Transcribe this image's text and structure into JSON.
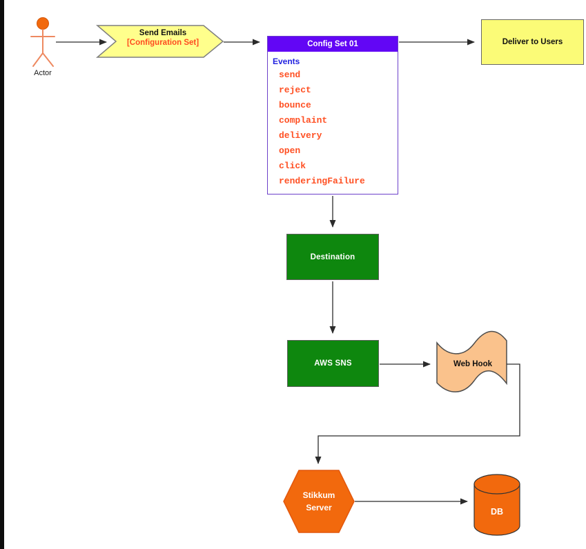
{
  "diagram": {
    "actor": {
      "label": "Actor"
    },
    "send_emails": {
      "title": "Send Emails",
      "subtitle": "[Configuration Set]"
    },
    "config_set": {
      "title": "Config Set 01",
      "section_label": "Events",
      "events": [
        "send",
        "reject",
        "bounce",
        "complaint",
        "delivery",
        "open",
        "click",
        "renderingFailure"
      ]
    },
    "deliver": {
      "label": "Deliver to Users"
    },
    "destination": {
      "label": "Destination"
    },
    "aws_sns": {
      "label": "AWS SNS"
    },
    "web_hook": {
      "label": "Web Hook"
    },
    "stikkum_server": {
      "line1": "Stikkum",
      "line2": "Server"
    },
    "db": {
      "label": "DB"
    },
    "colors": {
      "header_purple": "#6206f5",
      "config_border_purple": "#6b3fc9",
      "events_blue": "#2222e0",
      "event_text_orange": "#ff5023",
      "node_green": "#0e870e",
      "node_yellow": "#fbfb77",
      "chevron_yellow": "#ffff8c",
      "node_orange": "#f2690d",
      "webhook_peach": "#fac28c",
      "edge_black": "#2b2b2b"
    }
  }
}
